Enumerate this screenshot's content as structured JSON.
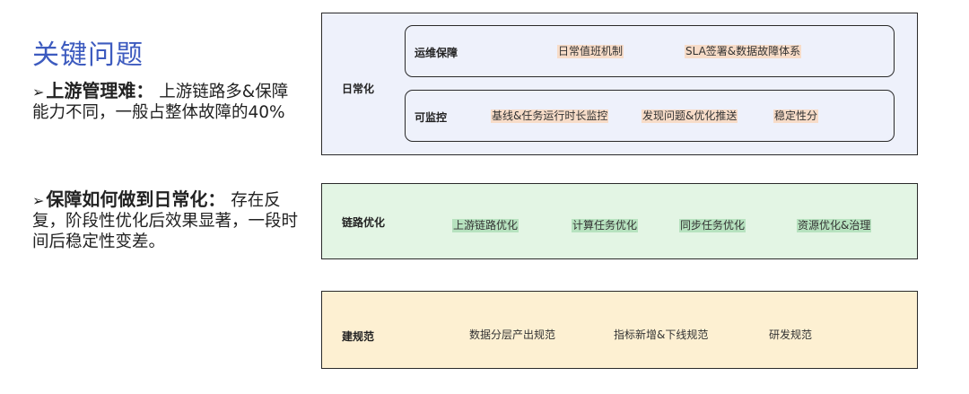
{
  "title": "关键问题",
  "points": [
    {
      "highlight": "上游管理难",
      "colon": "：",
      "text": "上游链路多&保障能力不同，一般占整体故障的40%"
    },
    {
      "highlight": "保障如何做到日常化",
      "colon": "：",
      "text": "存在反复，阶段性优化后效果显著，一段时间后稳定性变差。"
    }
  ],
  "panels": [
    {
      "label": "日常化",
      "subgroups": [
        {
          "label": "运维保障",
          "items": [
            "日常值班机制",
            "SLA签署&数据故障体系"
          ]
        },
        {
          "label": "可监控",
          "items": [
            "基线&任务运行时长监控",
            "发现问题&优化推送",
            "稳定性分"
          ]
        }
      ]
    },
    {
      "label": "链路优化",
      "items": [
        "上游链路优化",
        "计算任务优化",
        "同步任务优化",
        "资源优化&治理"
      ]
    },
    {
      "label": "建规范",
      "items": [
        "数据分层产出规范",
        "指标新增&下线规范",
        "研发规范"
      ]
    }
  ],
  "colors": {
    "title": "#3d5bbf",
    "panel_daily": "#eef1fb",
    "panel_optimize": "#e3f5e4",
    "panel_standard": "#fdf0d2",
    "tag_orange": "#f7dcc8",
    "tag_green": "#b7e2bf"
  }
}
